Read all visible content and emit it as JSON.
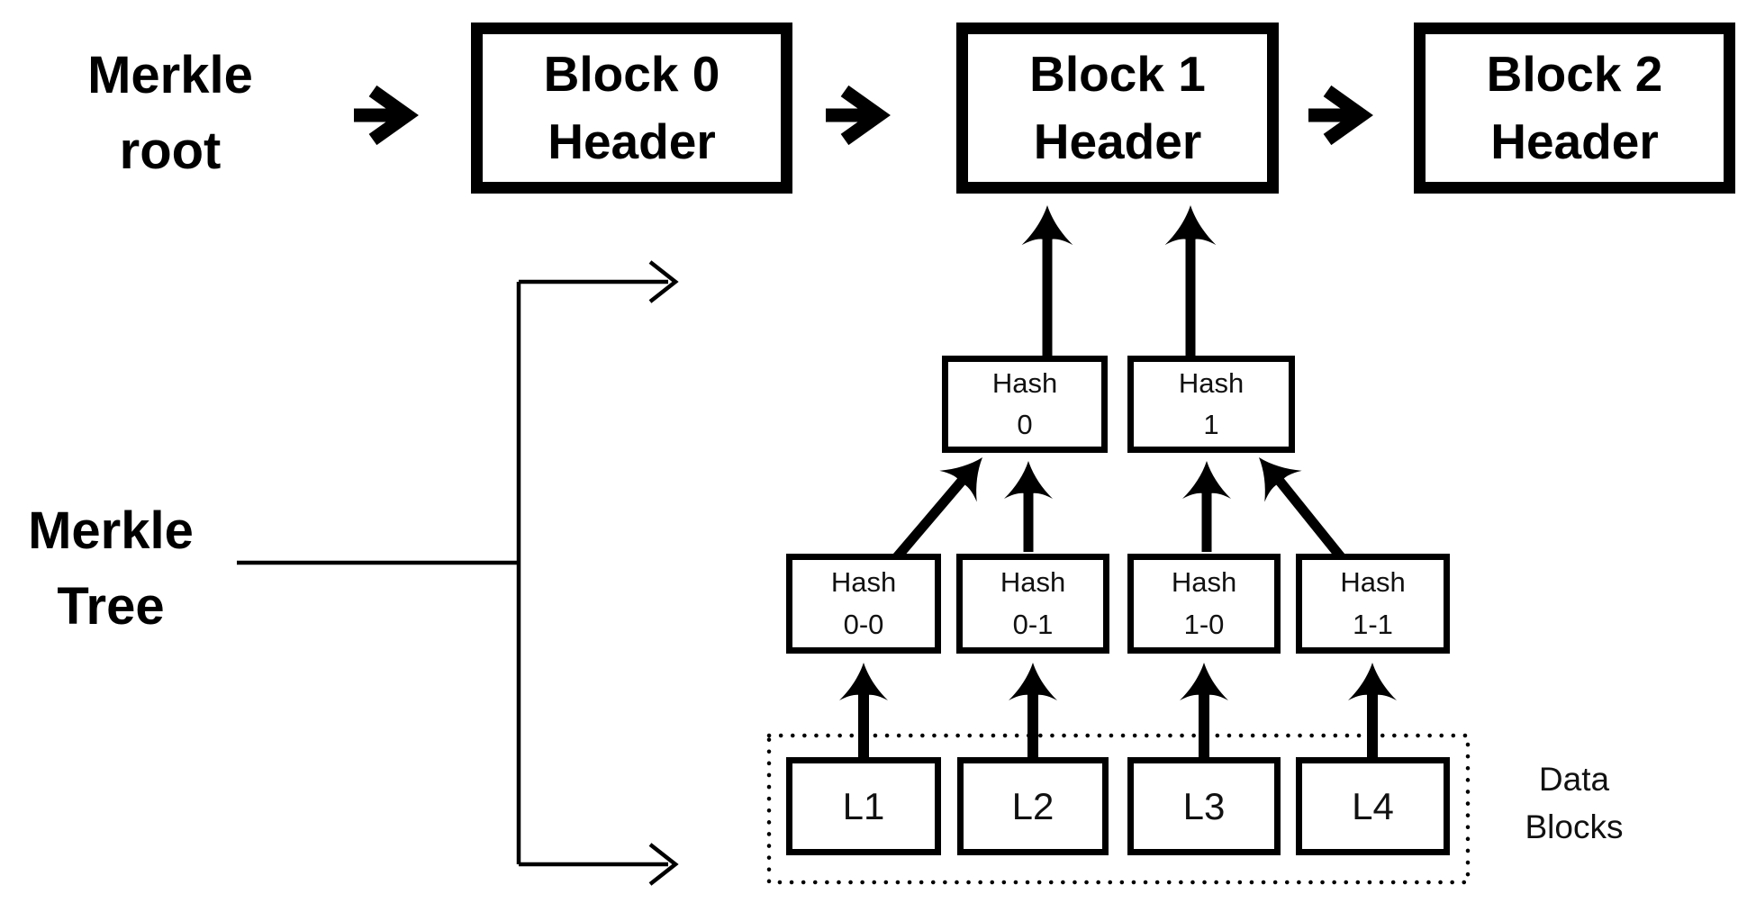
{
  "labels": {
    "merkle_root": {
      "line1": "Merkle",
      "line2": "root"
    },
    "merkle_tree": {
      "line1": "Merkle",
      "line2": "Tree"
    },
    "data_blocks": {
      "line1": "Data",
      "line2": "Blocks"
    }
  },
  "block_headers": [
    {
      "line1": "Block 0",
      "line2": "Header"
    },
    {
      "line1": "Block 1",
      "line2": "Header"
    },
    {
      "line1": "Block 2",
      "line2": "Header"
    }
  ],
  "hash_level_1": [
    {
      "line1": "Hash",
      "line2": "0"
    },
    {
      "line1": "Hash",
      "line2": "1"
    }
  ],
  "hash_level_2": [
    {
      "line1": "Hash",
      "line2": "0-0"
    },
    {
      "line1": "Hash",
      "line2": "0-1"
    },
    {
      "line1": "Hash",
      "line2": "1-0"
    },
    {
      "line1": "Hash",
      "line2": "1-1"
    }
  ],
  "leaves": [
    {
      "label": "L1"
    },
    {
      "label": "L2"
    },
    {
      "label": "L3"
    },
    {
      "label": "L4"
    }
  ],
  "colors": {
    "ink": "#000000",
    "background": "#ffffff"
  }
}
